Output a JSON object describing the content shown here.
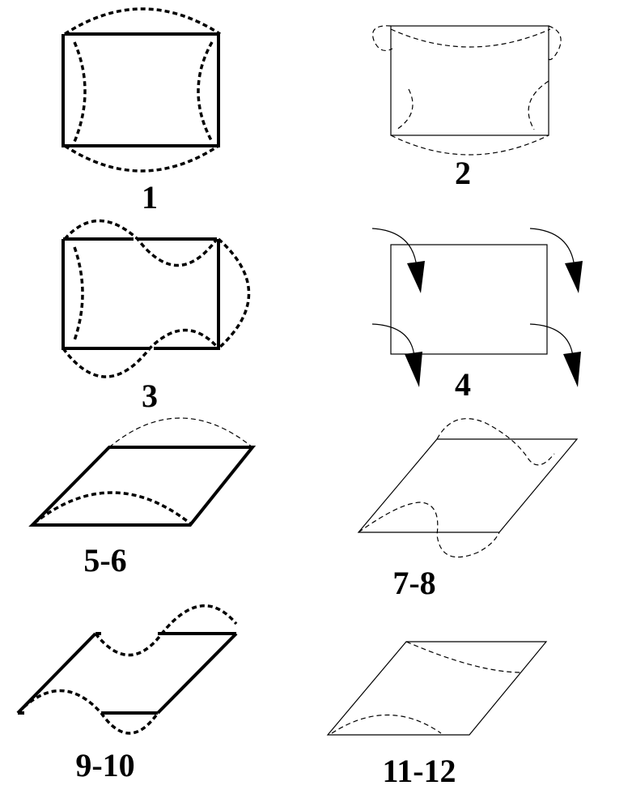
{
  "figures": [
    {
      "label": "1"
    },
    {
      "label": "2"
    },
    {
      "label": "3"
    },
    {
      "label": "4"
    },
    {
      "label": "5-6"
    },
    {
      "label": "7-8"
    },
    {
      "label": "9-10"
    },
    {
      "label": "11-12"
    }
  ]
}
